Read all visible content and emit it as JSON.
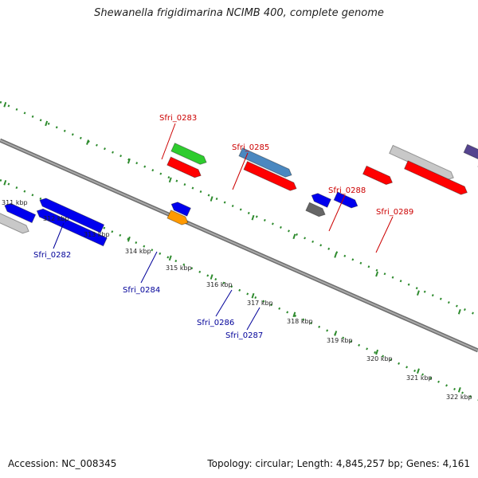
{
  "title": "Shewanella frigidimarina NCIMB 400, complete genome",
  "footer": {
    "accession": "Accession: NC_008345",
    "summary": "Topology: circular; Length: 4,845,257 bp; Genes: 4,161"
  },
  "colors": {
    "backbone": "#8a8a8a",
    "dotted_scale": "#2e8b2e",
    "label_top": "#cc0000",
    "label_bottom": "#000099"
  },
  "scale_labels": [
    "311 kbp",
    "312 kbp",
    "313 kbp",
    "314 kbp",
    "315 kbp",
    "316 kbp",
    "317 kbp",
    "318 kbp",
    "319 kbp",
    "320 kbp",
    "321 kbp",
    "322 kbp"
  ],
  "gene_labels_top": [
    "Sfri_0283",
    "Sfri_0285",
    "Sfri_0288",
    "Sfri_0289"
  ],
  "gene_labels_bottom": [
    "Sfri_0282",
    "Sfri_0284",
    "Sfri_0286",
    "Sfri_0287"
  ]
}
